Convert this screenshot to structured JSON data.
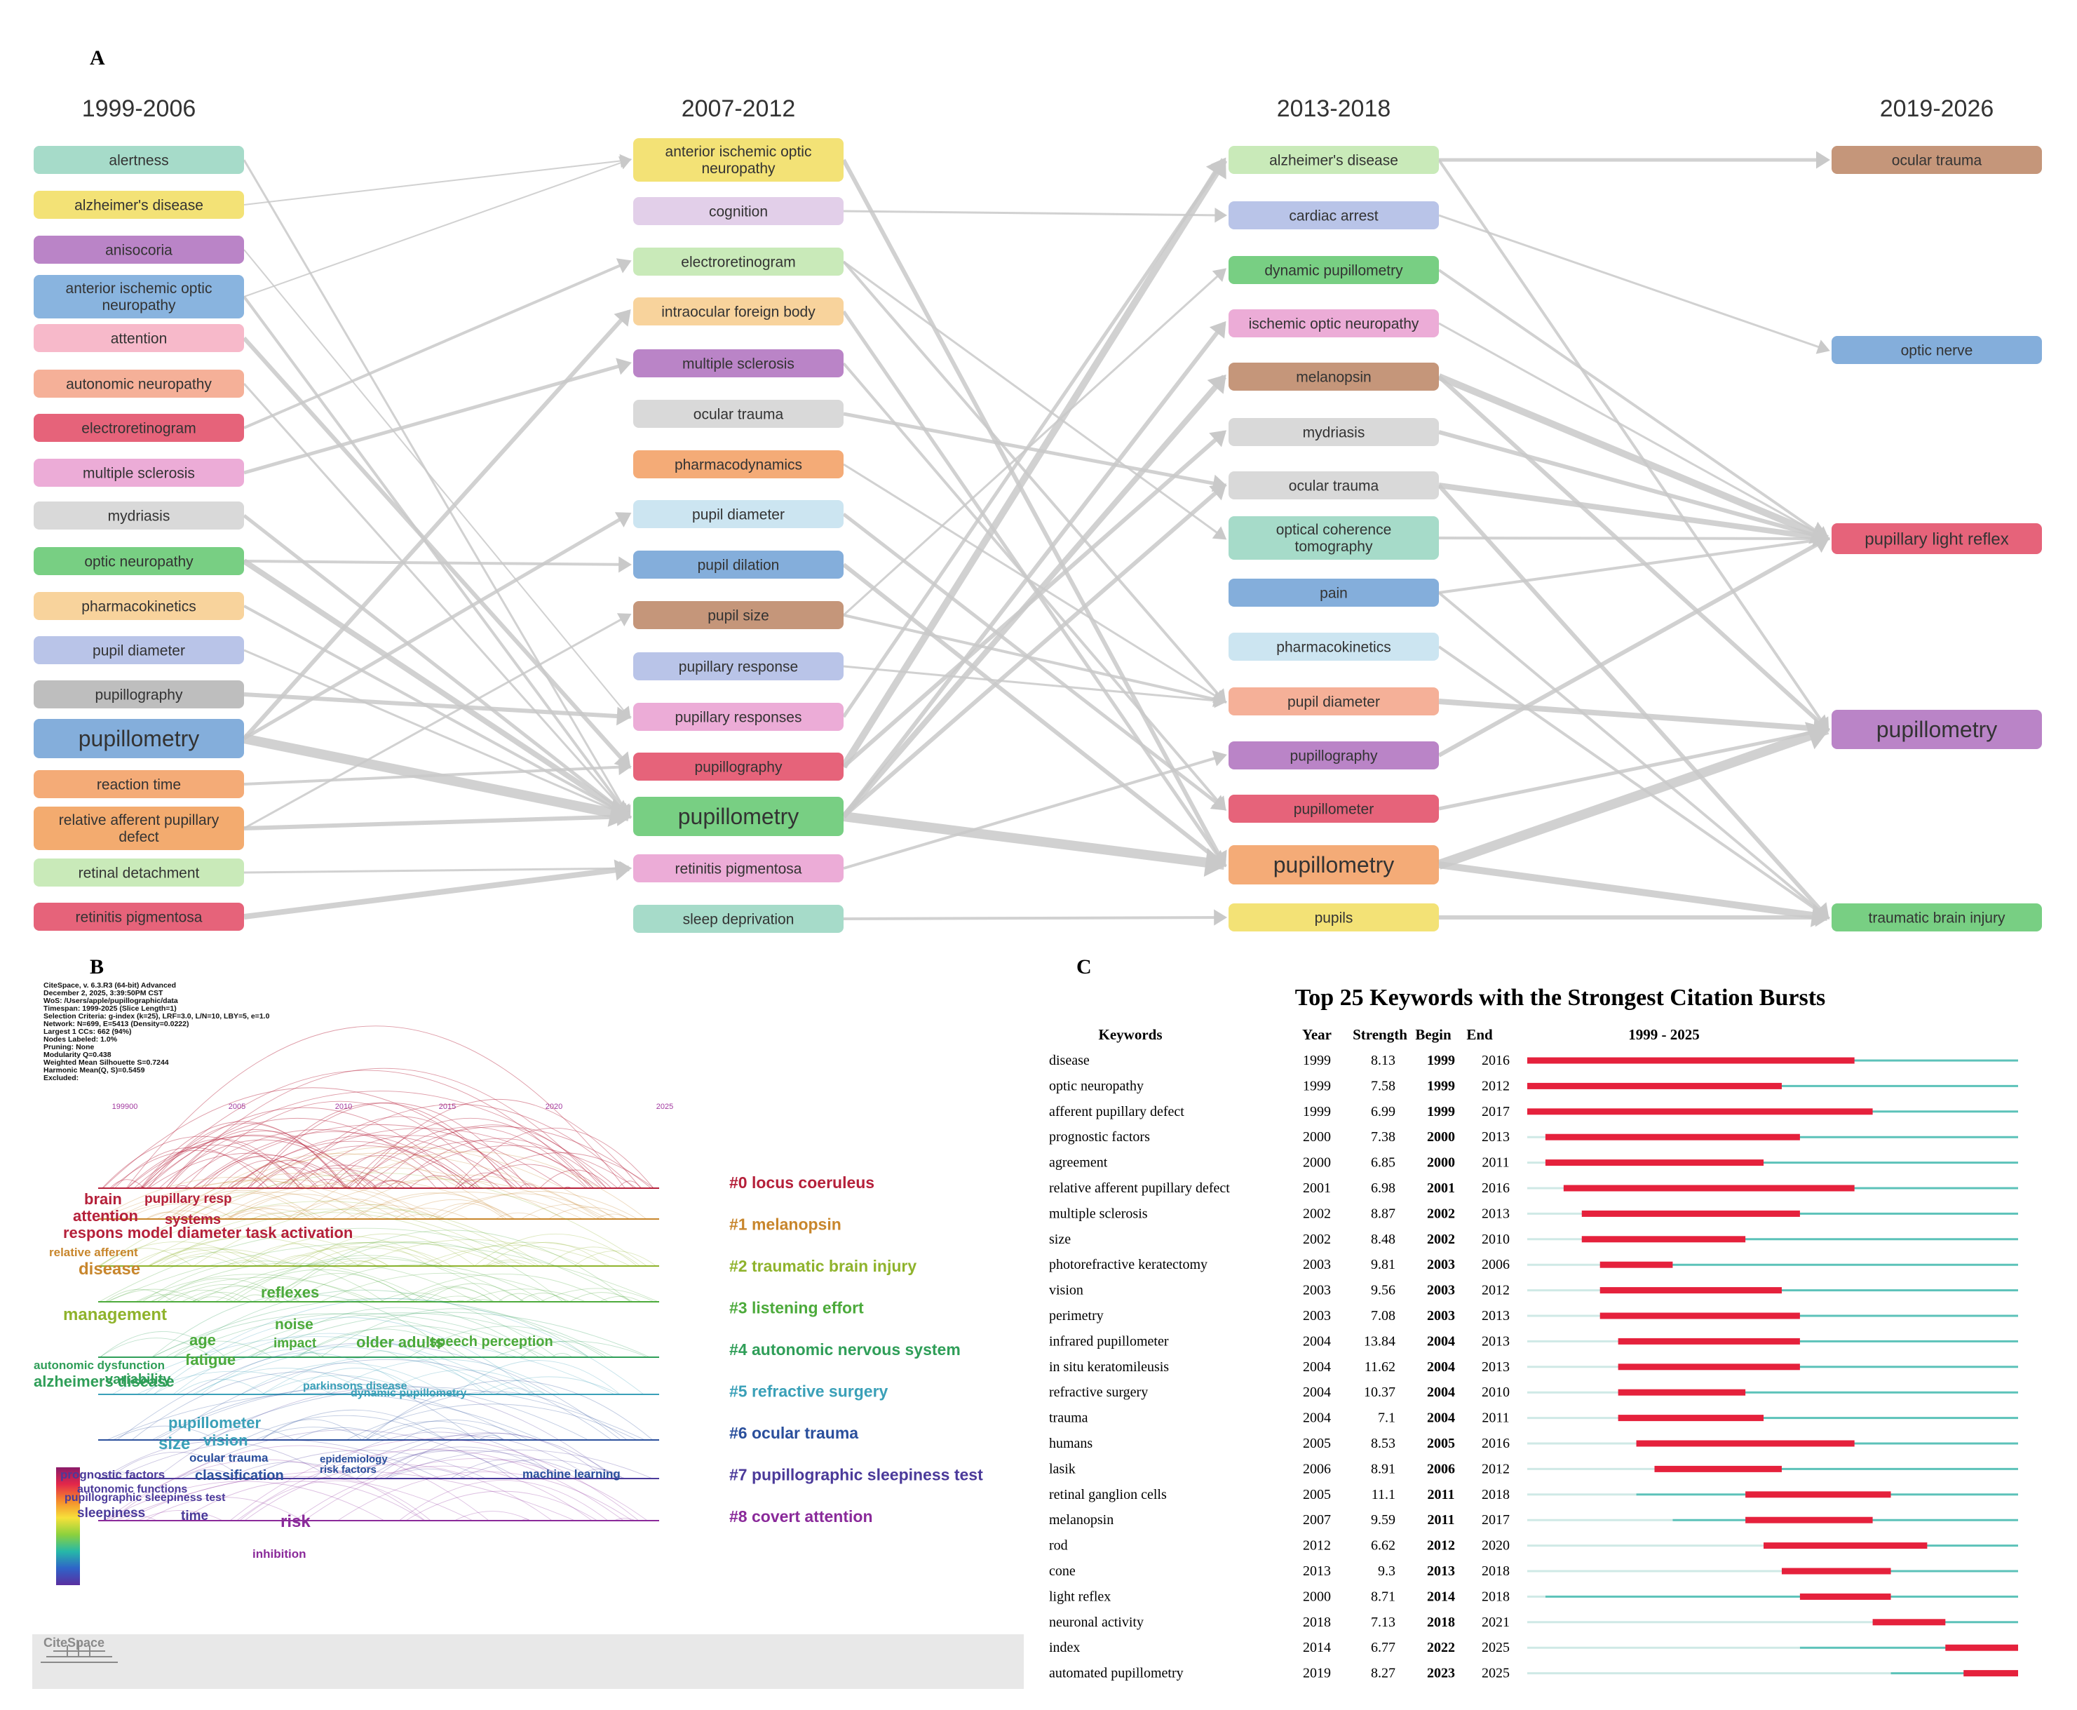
{
  "panels": {
    "a": {
      "label": "A",
      "periods": [
        "1999-2006",
        "2007-2012",
        "2013-2018",
        "2019-2026"
      ],
      "columns": [
        [
          {
            "text": "alertness",
            "color": "#9ed8c4"
          },
          {
            "text": "alzheimer's disease",
            "color": "#f2e06a"
          },
          {
            "text": "anisocoria",
            "color": "#b47ac2"
          },
          {
            "text": "anterior ischemic optic neuropathy",
            "color": "#7faedc",
            "lines": [
              "anterior ischemic optic",
              "neuropathy"
            ]
          },
          {
            "text": "attention",
            "color": "#f6b3c5"
          },
          {
            "text": "autonomic neuropathy",
            "color": "#f4a98f"
          },
          {
            "text": "electroretinogram",
            "color": "#e4566f"
          },
          {
            "text": "multiple sclerosis",
            "color": "#eaa5d4"
          },
          {
            "text": "mydriasis",
            "color": "#d6d6d6"
          },
          {
            "text": "optic neuropathy",
            "color": "#6ccb78"
          },
          {
            "text": "pharmacokinetics",
            "color": "#f7cf94"
          },
          {
            "text": "pupil diameter",
            "color": "#b3bfe6"
          },
          {
            "text": "pupillography",
            "color": "#b9b9b9"
          },
          {
            "text": "pupillometry",
            "color": "#7aa7d8"
          },
          {
            "text": "reaction time",
            "color": "#f3a46b"
          },
          {
            "text": "relative afferent pupillary defect",
            "color": "#f2a463",
            "lines": [
              "relative afferent pupillary",
              "defect"
            ]
          },
          {
            "text": "retinal detachment",
            "color": "#c4e8b3"
          },
          {
            "text": "retinitis pigmentosa",
            "color": "#e4566f"
          }
        ],
        [
          {
            "text": "anterior ischemic optic neuropathy",
            "color": "#f2e06a",
            "lines": [
              "anterior ischemic optic",
              "neuropathy"
            ]
          },
          {
            "text": "cognition",
            "color": "#e0cbe7"
          },
          {
            "text": "electroretinogram",
            "color": "#c4e8b3"
          },
          {
            "text": "intraocular foreign body",
            "color": "#f7cf94"
          },
          {
            "text": "multiple sclerosis",
            "color": "#b47ac2"
          },
          {
            "text": "ocular trauma",
            "color": "#d6d6d6"
          },
          {
            "text": "pharmacodynamics",
            "color": "#f3a46b"
          },
          {
            "text": "pupil diameter",
            "color": "#c8e3f0"
          },
          {
            "text": "pupil dilation",
            "color": "#7aa7d8"
          },
          {
            "text": "pupil size",
            "color": "#c08d6f"
          },
          {
            "text": "pupillary response",
            "color": "#b3bfe6"
          },
          {
            "text": "pupillary responses",
            "color": "#eaa5d4"
          },
          {
            "text": "pupillography",
            "color": "#e4566f"
          },
          {
            "text": "pupillometry",
            "color": "#6ccb78"
          },
          {
            "text": "retinitis pigmentosa",
            "color": "#eaa5d4"
          },
          {
            "text": "sleep deprivation",
            "color": "#9ed8c4"
          }
        ],
        [
          {
            "text": "alzheimer's disease",
            "color": "#c4e8b3"
          },
          {
            "text": "cardiac arrest",
            "color": "#b3bfe6"
          },
          {
            "text": "dynamic pupillometry",
            "color": "#6ccb78"
          },
          {
            "text": "ischemic optic neuropathy",
            "color": "#eaa5d4"
          },
          {
            "text": "melanopsin",
            "color": "#c08d6f"
          },
          {
            "text": "mydriasis",
            "color": "#d6d6d6"
          },
          {
            "text": "ocular trauma",
            "color": "#d6d6d6"
          },
          {
            "text": "optical coherence tomography",
            "color": "#9ed8c4",
            "lines": [
              "optical coherence",
              "tomography"
            ]
          },
          {
            "text": "pain",
            "color": "#7aa7d8"
          },
          {
            "text": "pharmacokinetics",
            "color": "#c8e3f0"
          },
          {
            "text": "pupil diameter",
            "color": "#f4a98f"
          },
          {
            "text": "pupillography",
            "color": "#b47ac2"
          },
          {
            "text": "pupillometer",
            "color": "#e4566f"
          },
          {
            "text": "pupillometry",
            "color": "#f3a46b"
          },
          {
            "text": "pupils",
            "color": "#f2e06a"
          }
        ],
        [
          {
            "text": "ocular trauma",
            "color": "#c08d6f"
          },
          {
            "text": "optic nerve",
            "color": "#7aa7d8"
          },
          {
            "text": "pupillary light reflex",
            "color": "#e4566f"
          },
          {
            "text": "pupillometry",
            "color": "#b47ac2"
          },
          {
            "text": "traumatic brain injury",
            "color": "#6ccb78"
          }
        ]
      ]
    },
    "b": {
      "label": "B",
      "info": [
        "CiteSpace, v. 6.3.R3 (64-bit) Advanced",
        "December 2, 2025, 3:39:50PM CST",
        "WoS: /Users/apple/pupillographic/data",
        "Timespan: 1999-2025 (Slice Length=1)",
        "Selection Criteria: g-index (k=25), LRF=3.0, L/N=10, LBY=5, e=1.0",
        "Network: N=699, E=5413 (Density=0.0222)",
        "Largest 1 CCs: 662 (94%)",
        "Nodes Labeled: 1.0%",
        "Pruning: None",
        "Modularity Q=0.438",
        "Weighted Mean Silhouette S=0.7244",
        "Harmonic Mean(Q, S)=0.5459",
        "Excluded:"
      ],
      "years": [
        "199900",
        "2005",
        "2010",
        "2015",
        "2020",
        "2025"
      ],
      "clusters": [
        {
          "label": "#0 locus coeruleus",
          "color": "#b5203a"
        },
        {
          "label": "#1 melanopsin",
          "color": "#c8862c"
        },
        {
          "label": "#2 traumatic brain injury",
          "color": "#8fb32c"
        },
        {
          "label": "#3 listening effort",
          "color": "#4caa3b"
        },
        {
          "label": "#4 autonomic nervous system",
          "color": "#2f9e58"
        },
        {
          "label": "#5 refractive surgery",
          "color": "#3aa0b8"
        },
        {
          "label": "#6 ocular trauma",
          "color": "#2a4f9c"
        },
        {
          "label": "#7 pupillographic sleepiness test",
          "color": "#4b3a9a"
        },
        {
          "label": "#8 covert attention",
          "color": "#8a2a9a"
        }
      ],
      "terms": [
        {
          "text": "brain",
          "color": "#b5203a"
        },
        {
          "text": "pupillary resp",
          "color": "#b5203a"
        },
        {
          "text": "attention",
          "color": "#b5203a"
        },
        {
          "text": "respons model diameter task activation",
          "color": "#b5203a"
        },
        {
          "text": "systems",
          "color": "#b5203a"
        },
        {
          "text": "disease",
          "color": "#c8862c"
        },
        {
          "text": "relative afferent",
          "color": "#c8862c"
        },
        {
          "text": "management",
          "color": "#8fb32c"
        },
        {
          "text": "reflexes",
          "color": "#4caa3b"
        },
        {
          "text": "noise",
          "color": "#4caa3b"
        },
        {
          "text": "impact",
          "color": "#4caa3b"
        },
        {
          "text": "older adults",
          "color": "#4caa3b"
        },
        {
          "text": "speech perception",
          "color": "#4caa3b"
        },
        {
          "text": "age",
          "color": "#4caa3b"
        },
        {
          "text": "fatigue",
          "color": "#4caa3b"
        },
        {
          "text": "autonomic dysfunction",
          "color": "#2f9e58"
        },
        {
          "text": "alzheimers disease",
          "color": "#2f9e58"
        },
        {
          "text": "variability",
          "color": "#2f9e58"
        },
        {
          "text": "dynamic pupillometry",
          "color": "#3aa0b8"
        },
        {
          "text": "parkinsons disease",
          "color": "#3aa0b8"
        },
        {
          "text": "pupillometer",
          "color": "#3aa0b8"
        },
        {
          "text": "size",
          "color": "#3aa0b8"
        },
        {
          "text": "vision",
          "color": "#3aa0b8"
        },
        {
          "text": "ocular trauma",
          "color": "#2a4f9c"
        },
        {
          "text": "classification",
          "color": "#2a4f9c"
        },
        {
          "text": "epidemiology",
          "color": "#2a4f9c"
        },
        {
          "text": "risk factors",
          "color": "#2a4f9c"
        },
        {
          "text": "machine learning",
          "color": "#2a4f9c"
        },
        {
          "text": "prognostic factors",
          "color": "#4b3a9a"
        },
        {
          "text": "autonomic functions",
          "color": "#4b3a9a"
        },
        {
          "text": "pupillographic sleepiness test",
          "color": "#4b3a9a"
        },
        {
          "text": "sleepiness",
          "color": "#4b3a9a"
        },
        {
          "text": "time",
          "color": "#4b3a9a"
        },
        {
          "text": "risk",
          "color": "#8a2a9a"
        },
        {
          "text": "inhibition",
          "color": "#8a2a9a"
        }
      ],
      "footer_logo": "CiteSpace"
    },
    "c": {
      "label": "C",
      "title": "Top 25 Keywords with the Strongest Citation Bursts",
      "headers": [
        "Keywords",
        "Year",
        "Strength",
        "Begin",
        "End",
        "1999 - 2025"
      ],
      "range_start": 1999,
      "range_end": 2025
    }
  },
  "chart_data": [
    {
      "type": "sankey",
      "periods": [
        "1999-2006",
        "2007-2012",
        "2013-2018",
        "2019-2026"
      ]
    },
    {
      "type": "table",
      "title": "Top 25 Keywords with the Strongest Citation Bursts",
      "columns": [
        "Keywords",
        "Year",
        "Strength",
        "Begin",
        "End"
      ],
      "rows": [
        [
          "disease",
          "1999",
          "8.13",
          "1999",
          "2016"
        ],
        [
          "optic neuropathy",
          "1999",
          "7.58",
          "1999",
          "2012"
        ],
        [
          "afferent pupillary defect",
          "1999",
          "6.99",
          "1999",
          "2017"
        ],
        [
          "prognostic factors",
          "2000",
          "7.38",
          "2000",
          "2013"
        ],
        [
          "agreement",
          "2000",
          "6.85",
          "2000",
          "2011"
        ],
        [
          "relative afferent pupillary defect",
          "2001",
          "6.98",
          "2001",
          "2016"
        ],
        [
          "multiple sclerosis",
          "2002",
          "8.87",
          "2002",
          "2013"
        ],
        [
          "size",
          "2002",
          "8.48",
          "2002",
          "2010"
        ],
        [
          "photorefractive keratectomy",
          "2003",
          "9.81",
          "2003",
          "2006"
        ],
        [
          "vision",
          "2003",
          "9.56",
          "2003",
          "2012"
        ],
        [
          "perimetry",
          "2003",
          "7.08",
          "2003",
          "2013"
        ],
        [
          "infrared pupillometer",
          "2004",
          "13.84",
          "2004",
          "2013"
        ],
        [
          "in situ keratomileusis",
          "2004",
          "11.62",
          "2004",
          "2013"
        ],
        [
          "refractive surgery",
          "2004",
          "10.37",
          "2004",
          "2010"
        ],
        [
          "trauma",
          "2004",
          "7.1",
          "2004",
          "2011"
        ],
        [
          "humans",
          "2005",
          "8.53",
          "2005",
          "2016"
        ],
        [
          "lasik",
          "2006",
          "8.91",
          "2006",
          "2012"
        ],
        [
          "retinal ganglion cells",
          "2005",
          "11.1",
          "2011",
          "2018"
        ],
        [
          "melanopsin",
          "2007",
          "9.59",
          "2011",
          "2017"
        ],
        [
          "rod",
          "2012",
          "6.62",
          "2012",
          "2020"
        ],
        [
          "cone",
          "2013",
          "9.3",
          "2013",
          "2018"
        ],
        [
          "light reflex",
          "2000",
          "8.71",
          "2014",
          "2018"
        ],
        [
          "neuronal activity",
          "2018",
          "7.13",
          "2018",
          "2021"
        ],
        [
          "index",
          "2014",
          "6.77",
          "2022",
          "2025"
        ],
        [
          "automated pupillometry",
          "2019",
          "8.27",
          "2023",
          "2025"
        ]
      ],
      "colors": {
        "burst": "#e5213c",
        "present": "#5cc2b9",
        "absent": "#cfe9e6"
      }
    }
  ]
}
